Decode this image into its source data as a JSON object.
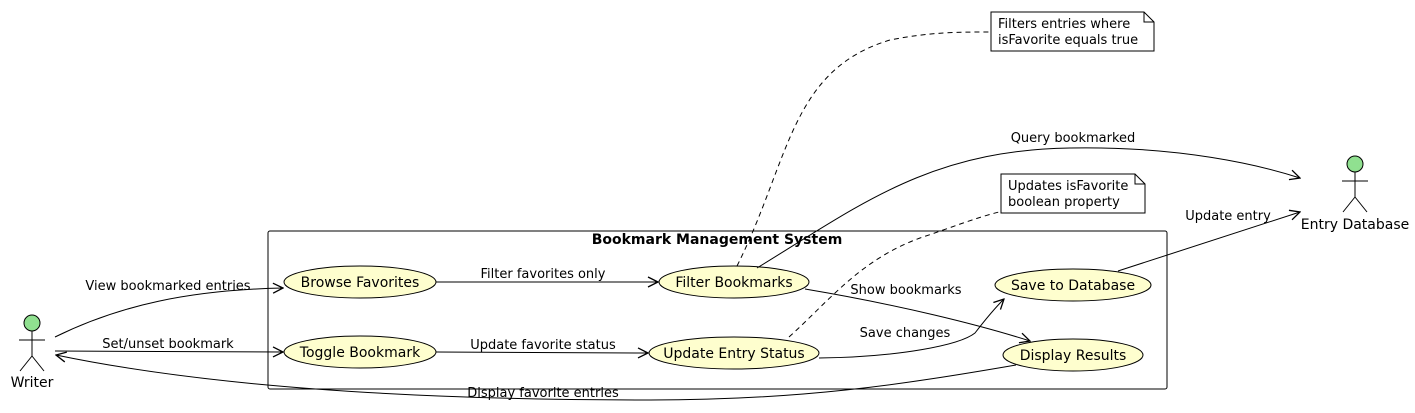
{
  "colors": {
    "actor_fill": "#90e090",
    "usecase_fill": "#fefece",
    "note_fill": "#ffffff",
    "stroke": "#000000"
  },
  "system": {
    "title": "Bookmark Management System"
  },
  "actors": {
    "writer": "Writer",
    "entry_database": "Entry Database"
  },
  "usecases": {
    "browse_favorites": "Browse Favorites",
    "toggle_bookmark": "Toggle Bookmark",
    "filter_bookmarks": "Filter Bookmarks",
    "update_entry_status": "Update Entry Status",
    "save_to_database": "Save to Database",
    "display_results": "Display Results"
  },
  "edges": {
    "view_bookmarked_entries": "View bookmarked entries",
    "set_unset_bookmark": "Set/unset bookmark",
    "filter_favorites_only": "Filter favorites only",
    "update_favorite_status": "Update favorite status",
    "show_bookmarks": "Show bookmarks",
    "save_changes": "Save changes",
    "display_favorite_entries": "Display favorite entries",
    "query_bookmarked": "Query bookmarked",
    "update_entry": "Update entry"
  },
  "notes": {
    "filter_note": [
      "Filters entries where",
      "isFavorite equals true"
    ],
    "update_note": [
      "Updates isFavorite",
      "boolean property"
    ]
  }
}
